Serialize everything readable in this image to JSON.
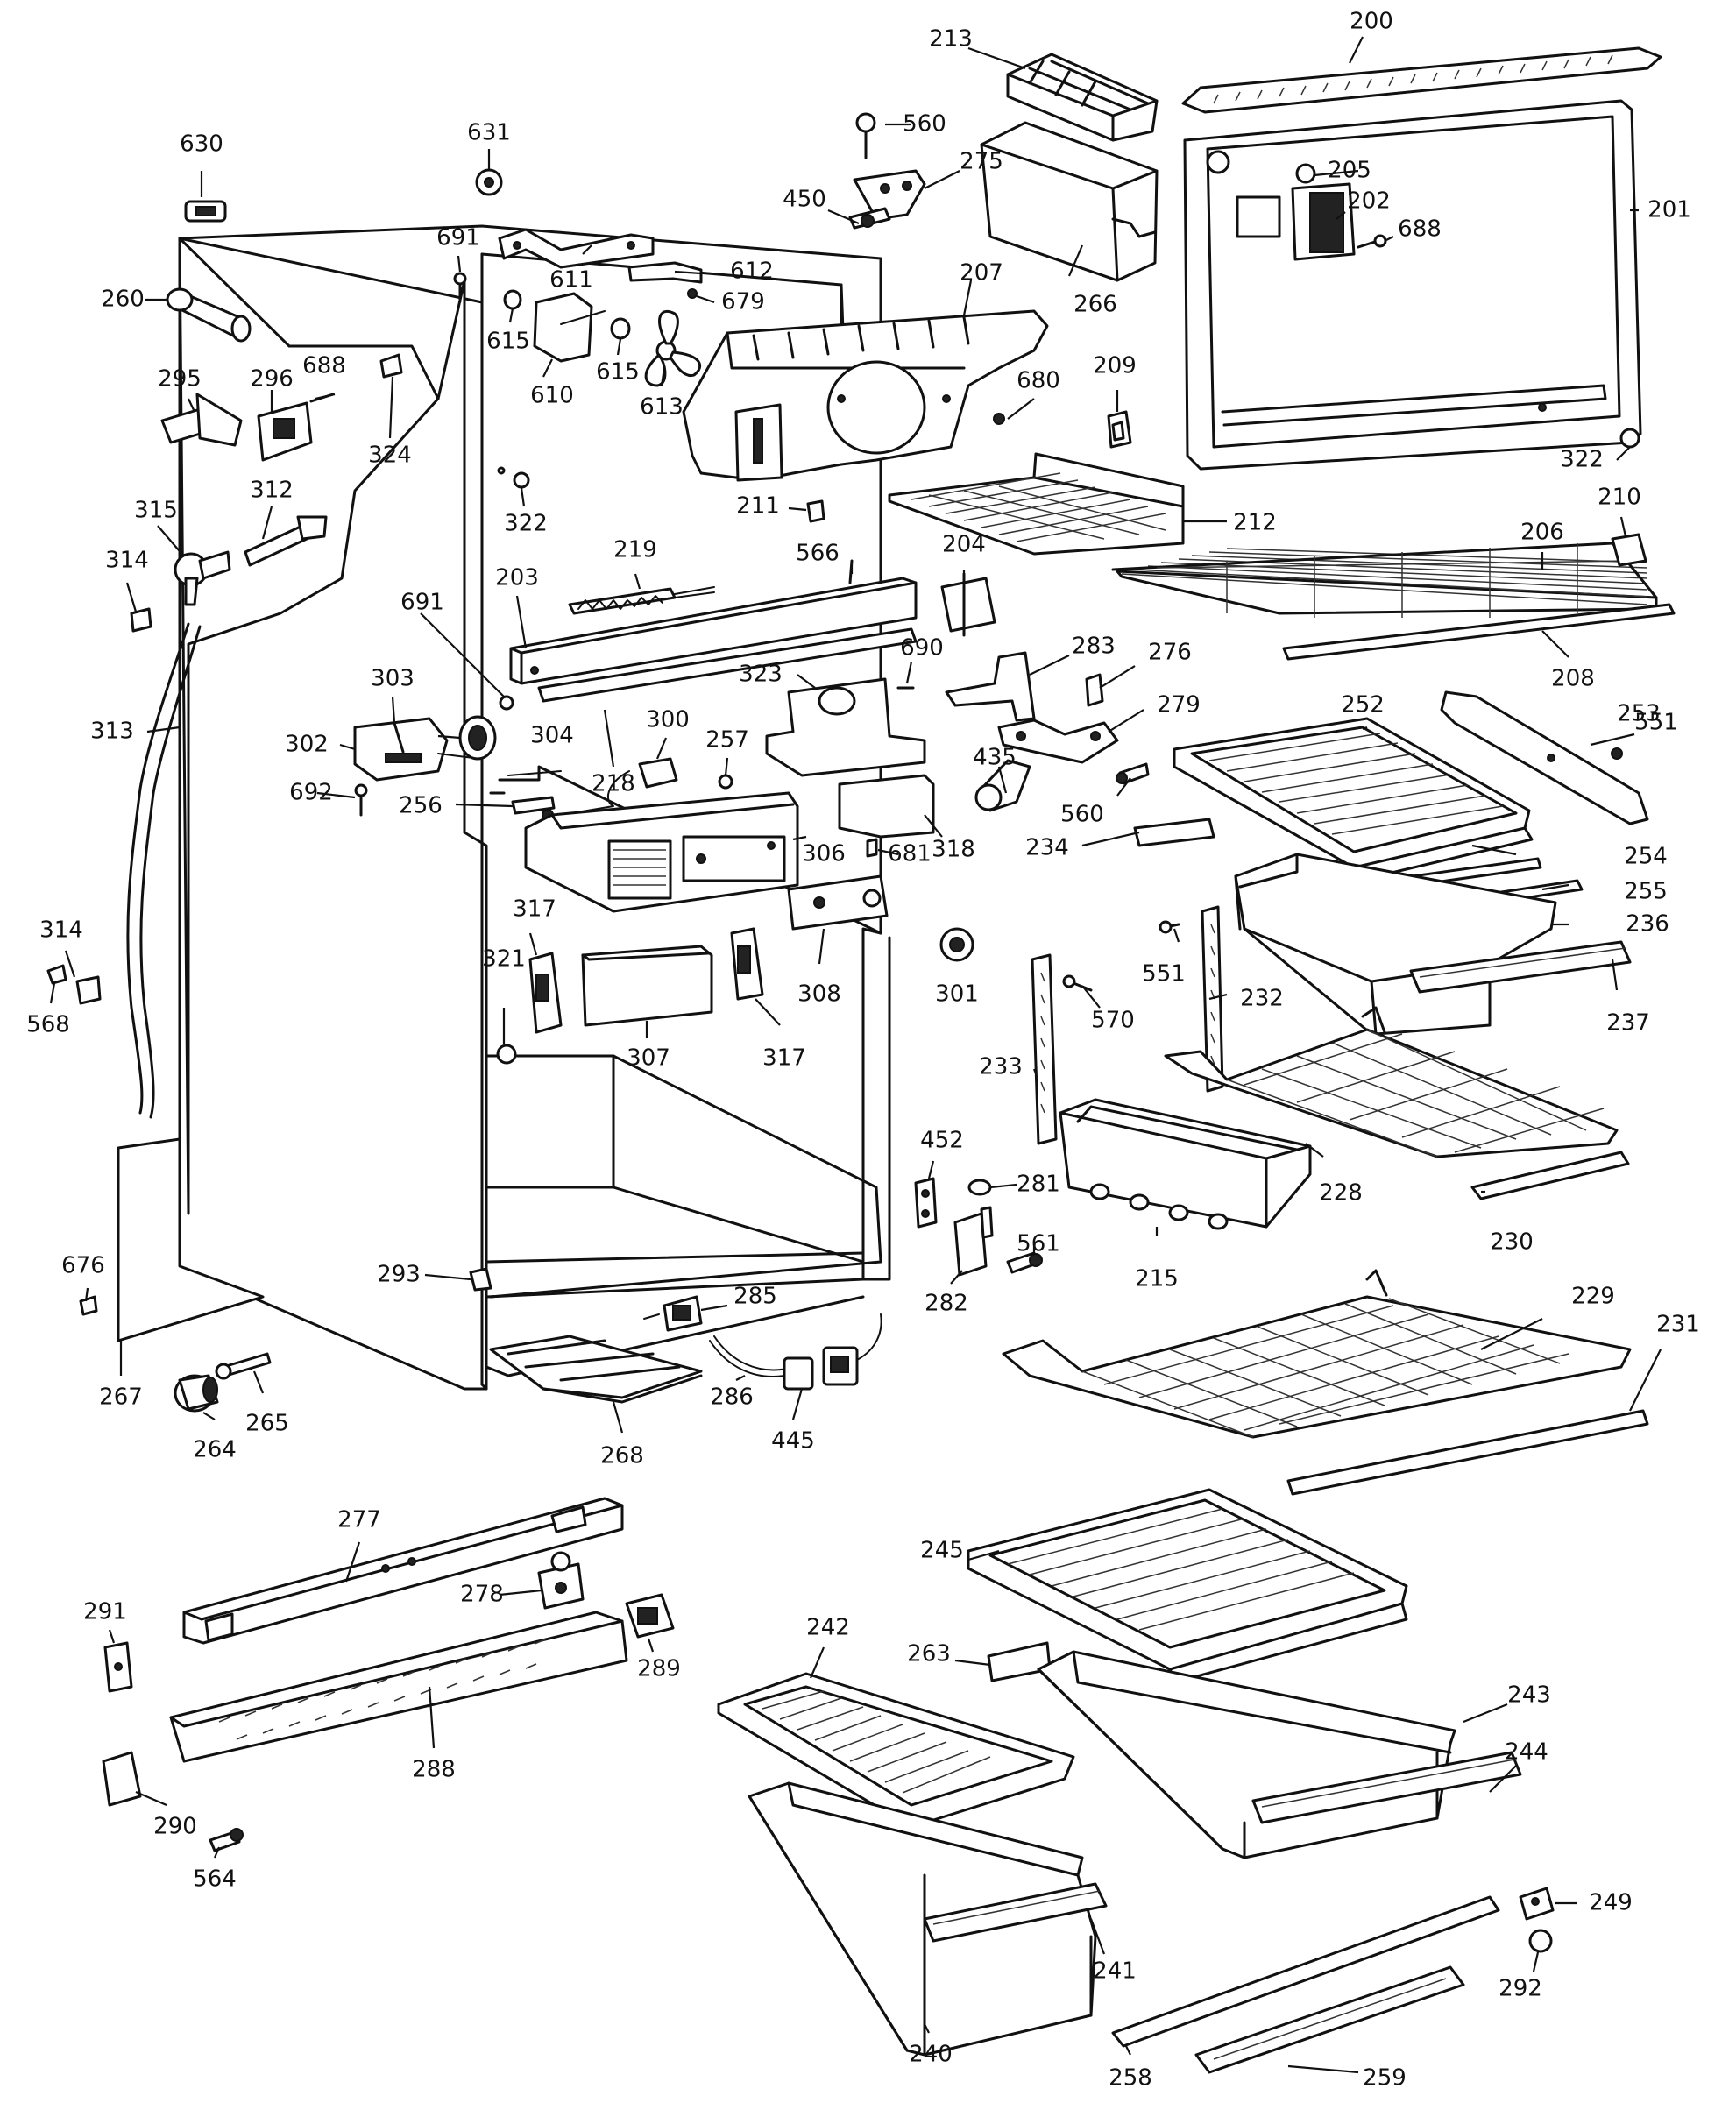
{
  "labels": [
    {
      "id": "630",
      "text": "630"
    },
    {
      "id": "631",
      "text": "631"
    },
    {
      "id": "691a",
      "text": "691"
    },
    {
      "id": "611",
      "text": "611"
    },
    {
      "id": "612",
      "text": "612"
    },
    {
      "id": "679",
      "text": "679"
    },
    {
      "id": "260",
      "text": "260"
    },
    {
      "id": "615a",
      "text": "615"
    },
    {
      "id": "615b",
      "text": "615"
    },
    {
      "id": "610",
      "text": "610"
    },
    {
      "id": "613",
      "text": "613"
    },
    {
      "id": "688a",
      "text": "688"
    },
    {
      "id": "295",
      "text": "295"
    },
    {
      "id": "296",
      "text": "296"
    },
    {
      "id": "324",
      "text": "324"
    },
    {
      "id": "322a",
      "text": "322"
    },
    {
      "id": "315",
      "text": "315"
    },
    {
      "id": "312",
      "text": "312"
    },
    {
      "id": "314a",
      "text": "314"
    },
    {
      "id": "203",
      "text": "203"
    },
    {
      "id": "219",
      "text": "219"
    },
    {
      "id": "691b",
      "text": "691"
    },
    {
      "id": "303",
      "text": "303"
    },
    {
      "id": "313",
      "text": "313"
    },
    {
      "id": "302",
      "text": "302"
    },
    {
      "id": "304",
      "text": "304"
    },
    {
      "id": "218",
      "text": "218"
    },
    {
      "id": "300",
      "text": "300"
    },
    {
      "id": "257",
      "text": "257"
    },
    {
      "id": "692",
      "text": "692"
    },
    {
      "id": "256",
      "text": "256"
    },
    {
      "id": "306",
      "text": "306"
    },
    {
      "id": "681",
      "text": "681"
    },
    {
      "id": "318",
      "text": "318"
    },
    {
      "id": "323",
      "text": "323"
    },
    {
      "id": "690",
      "text": "690"
    },
    {
      "id": "314b",
      "text": "314"
    },
    {
      "id": "568",
      "text": "568"
    },
    {
      "id": "317a",
      "text": "317"
    },
    {
      "id": "321",
      "text": "321"
    },
    {
      "id": "307",
      "text": "307"
    },
    {
      "id": "317b",
      "text": "317"
    },
    {
      "id": "308",
      "text": "308"
    },
    {
      "id": "676",
      "text": "676"
    },
    {
      "id": "293",
      "text": "293"
    },
    {
      "id": "267",
      "text": "267"
    },
    {
      "id": "264",
      "text": "264"
    },
    {
      "id": "265",
      "text": "265"
    },
    {
      "id": "268",
      "text": "268"
    },
    {
      "id": "286",
      "text": "286"
    },
    {
      "id": "285",
      "text": "285"
    },
    {
      "id": "445",
      "text": "445"
    },
    {
      "id": "213",
      "text": "213"
    },
    {
      "id": "200",
      "text": "200"
    },
    {
      "id": "560a",
      "text": "560"
    },
    {
      "id": "275",
      "text": "275"
    },
    {
      "id": "450",
      "text": "450"
    },
    {
      "id": "205",
      "text": "205"
    },
    {
      "id": "202",
      "text": "202"
    },
    {
      "id": "201",
      "text": "201"
    },
    {
      "id": "688b",
      "text": "688"
    },
    {
      "id": "266",
      "text": "266"
    },
    {
      "id": "207",
      "text": "207"
    },
    {
      "id": "209",
      "text": "209"
    },
    {
      "id": "680",
      "text": "680"
    },
    {
      "id": "322b",
      "text": "322"
    },
    {
      "id": "211",
      "text": "211"
    },
    {
      "id": "212",
      "text": "212"
    },
    {
      "id": "206",
      "text": "206"
    },
    {
      "id": "210",
      "text": "210"
    },
    {
      "id": "566",
      "text": "566"
    },
    {
      "id": "204",
      "text": "204"
    },
    {
      "id": "208",
      "text": "208"
    },
    {
      "id": "283",
      "text": "283"
    },
    {
      "id": "276",
      "text": "276"
    },
    {
      "id": "279",
      "text": "279"
    },
    {
      "id": "252",
      "text": "252"
    },
    {
      "id": "253",
      "text": "253"
    },
    {
      "id": "551a",
      "text": "551"
    },
    {
      "id": "435",
      "text": "435"
    },
    {
      "id": "560b",
      "text": "560"
    },
    {
      "id": "234",
      "text": "234"
    },
    {
      "id": "254",
      "text": "254"
    },
    {
      "id": "255",
      "text": "255"
    },
    {
      "id": "236",
      "text": "236"
    },
    {
      "id": "551b",
      "text": "551"
    },
    {
      "id": "232",
      "text": "232"
    },
    {
      "id": "237",
      "text": "237"
    },
    {
      "id": "301",
      "text": "301"
    },
    {
      "id": "570",
      "text": "570"
    },
    {
      "id": "233",
      "text": "233"
    },
    {
      "id": "228",
      "text": "228"
    },
    {
      "id": "452",
      "text": "452"
    },
    {
      "id": "281",
      "text": "281"
    },
    {
      "id": "230",
      "text": "230"
    },
    {
      "id": "561",
      "text": "561"
    },
    {
      "id": "282",
      "text": "282"
    },
    {
      "id": "215",
      "text": "215"
    },
    {
      "id": "229",
      "text": "229"
    },
    {
      "id": "231",
      "text": "231"
    },
    {
      "id": "277",
      "text": "277"
    },
    {
      "id": "278",
      "text": "278"
    },
    {
      "id": "245",
      "text": "245"
    },
    {
      "id": "291",
      "text": "291"
    },
    {
      "id": "289",
      "text": "289"
    },
    {
      "id": "242",
      "text": "242"
    },
    {
      "id": "263",
      "text": "263"
    },
    {
      "id": "243",
      "text": "243"
    },
    {
      "id": "244",
      "text": "244"
    },
    {
      "id": "288",
      "text": "288"
    },
    {
      "id": "290",
      "text": "290"
    },
    {
      "id": "564",
      "text": "564"
    },
    {
      "id": "241",
      "text": "241"
    },
    {
      "id": "249",
      "text": "249"
    },
    {
      "id": "292",
      "text": "292"
    },
    {
      "id": "240",
      "text": "240"
    },
    {
      "id": "258",
      "text": "258"
    },
    {
      "id": "259",
      "text": "259"
    }
  ]
}
